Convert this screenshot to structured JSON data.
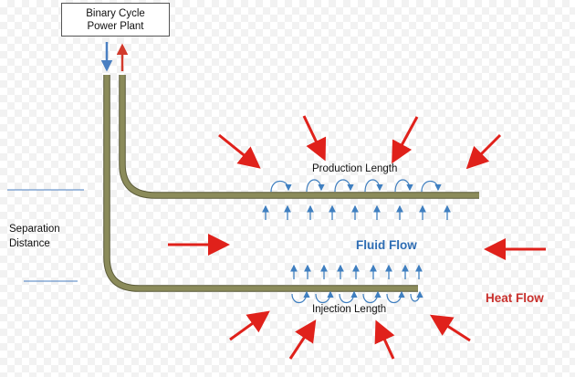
{
  "plant": {
    "line1": "Binary Cycle",
    "line2": "Power Plant"
  },
  "labels": {
    "production_length": "Production Length",
    "injection_length": "Injection Length",
    "separation_line1": "Separation",
    "separation_line2": "Distance",
    "fluid_flow": "Fluid Flow",
    "heat_flow": "Heat Flow"
  },
  "colors": {
    "pipe": "#8b8b5a",
    "pipe_edge": "#5b5b3a",
    "heat_arrow": "#e0211b",
    "fluid_arrow": "#3f7fc0",
    "down_arrow": "#4a7fc1",
    "up_arrow": "#d23a2c",
    "marker_line": "#4a7fc1"
  }
}
